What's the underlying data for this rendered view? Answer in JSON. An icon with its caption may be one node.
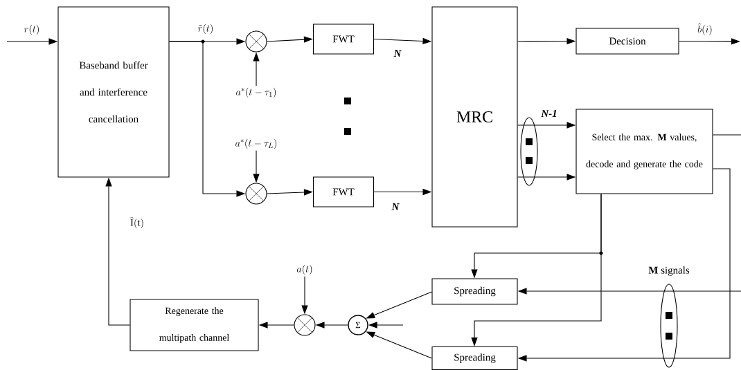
{
  "diagram": {
    "nodes": [
      {
        "text": [
          "Baseband buffer and interference cancellation"
        ]
      },
      {
        "text": [],
        "shape": "circle"
      },
      {
        "text": [
          "a^{*}(t-\\tau_{1})"
        ]
      },
      {
        "text": [
          "a^{*}(t-\\tau_{L})"
        ]
      },
      {
        "text": [],
        "shape": "circle"
      },
      {
        "text": [
          "FWT"
        ]
      },
      {
        "text": [
          "FWT"
        ]
      },
      {
        "text": [
          "MRC"
        ]
      },
      {
        "text": [
          "Decision"
        ]
      },
      {
        "text": [
          "Select the max. **M** values, decode and generate the code"
        ]
      },
      {
        "text": [
          "a(t)"
        ]
      },
      {
        "text": [
          "Spreading"
        ]
      },
      {
        "text": [
          "Spreading"
        ]
      },
      {
        "text": [
          "Regenerate the multipath channel"
        ]
      },
      {
        "text": [],
        "shape": "circle"
      },
      {
        "text": [
          "Σ"
        ]
      }
    ],
    "edges": [
      {
        "from": null,
        "to": 0,
        "arrow": "to",
        "label": "r(t)"
      },
      {
        "from": 0,
        "to": 1,
        "arrow": "to",
        "label": "\\tilde{r}(t)"
      },
      {
        "from": 0,
        "to": 4,
        "arrow": "to"
      },
      {
        "from": 2,
        "to": 1,
        "arrow": "to"
      },
      {
        "from": 3,
        "to": 4,
        "arrow": "to"
      },
      {
        "from": 1,
        "to": 5,
        "arrow": "to"
      },
      {
        "from": 4,
        "to": 6,
        "arrow": "to"
      },
      {
        "from": 5,
        "to": 7,
        "arrow": "to",
        "label": "N"
      },
      {
        "from": 6,
        "to": 7,
        "arrow": "to",
        "label": "N"
      },
      {
        "from": 7,
        "to": 8,
        "arrow": "to"
      },
      {
        "from": 8,
        "to": null,
        "arrow": "to",
        "label": "\\hat{b}(i)"
      },
      {
        "from": 7,
        "to": 9,
        "arrow": "to",
        "label": "N-1"
      },
      {
        "from": 7,
        "to": 9,
        "arrow": "to"
      },
      {
        "from": 9,
        "to": 11,
        "arrow": "to"
      },
      {
        "from": 9,
        "to": 12,
        "arrow": "to"
      },
      {
        "from": 9,
        "to": null,
        "arrow": "none"
      },
      {
        "from": 9,
        "to": 12,
        "arrow": "to"
      },
      {
        "from": null,
        "to": 11,
        "arrow": "to"
      },
      {
        "from": 11,
        "to": 15,
        "arrow": "to"
      },
      {
        "from": 12,
        "to": 15,
        "arrow": "to"
      },
      {
        "from": null,
        "to": 15,
        "arrow": "to"
      },
      {
        "from": 15,
        "to": 14,
        "arrow": "to"
      },
      {
        "from": 10,
        "to": 14,
        "arrow": "to"
      },
      {
        "from": 14,
        "to": 13,
        "arrow": "to"
      },
      {
        "from": 13,
        "to": 0,
        "arrow": "to",
        "label": "\\widehat{\\mathrm{I}}(\\mathrm{t})"
      }
    ],
    "labels": [
      "**M** signals"
    ]
  }
}
